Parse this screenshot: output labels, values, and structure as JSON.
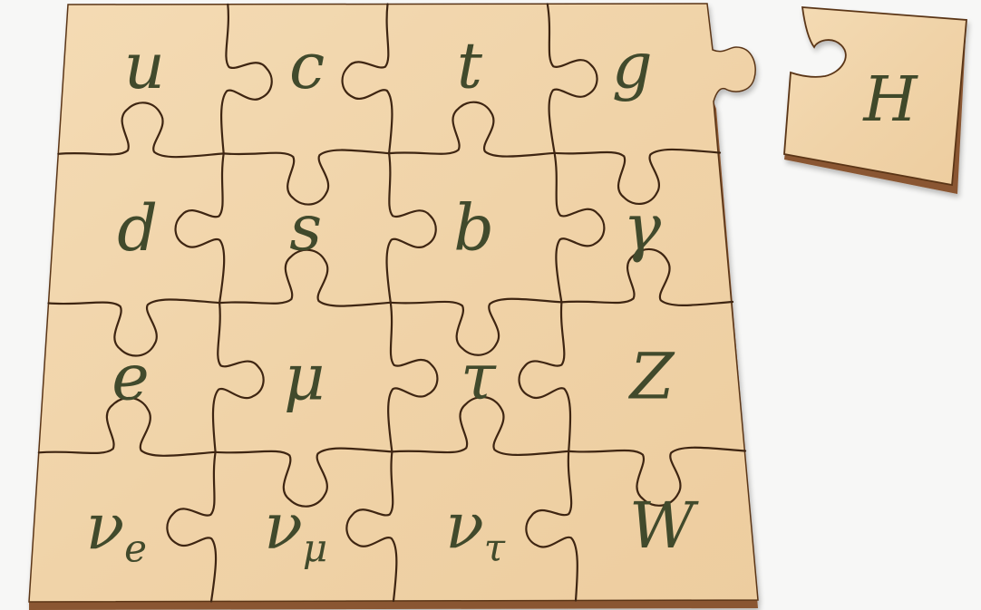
{
  "puzzle": {
    "board_color": "#f1d6ad",
    "board_edge_color": "#8a5630",
    "seam_color": "#3e2512",
    "label_color": "#414a2c",
    "pieces": [
      [
        {
          "symbol": "u",
          "sub": ""
        },
        {
          "symbol": "c",
          "sub": ""
        },
        {
          "symbol": "t",
          "sub": ""
        },
        {
          "symbol": "g",
          "sub": ""
        }
      ],
      [
        {
          "symbol": "d",
          "sub": ""
        },
        {
          "symbol": "s",
          "sub": ""
        },
        {
          "symbol": "b",
          "sub": ""
        },
        {
          "symbol": "γ",
          "sub": ""
        }
      ],
      [
        {
          "symbol": "e",
          "sub": ""
        },
        {
          "symbol": "μ",
          "sub": ""
        },
        {
          "symbol": "τ",
          "sub": ""
        },
        {
          "symbol": "Z",
          "sub": ""
        }
      ],
      [
        {
          "symbol": "ν",
          "sub": "e"
        },
        {
          "symbol": "ν",
          "sub": "μ"
        },
        {
          "symbol": "ν",
          "sub": "τ"
        },
        {
          "symbol": "W",
          "sub": ""
        }
      ]
    ],
    "loose_piece": {
      "symbol": "H",
      "sub": ""
    }
  }
}
